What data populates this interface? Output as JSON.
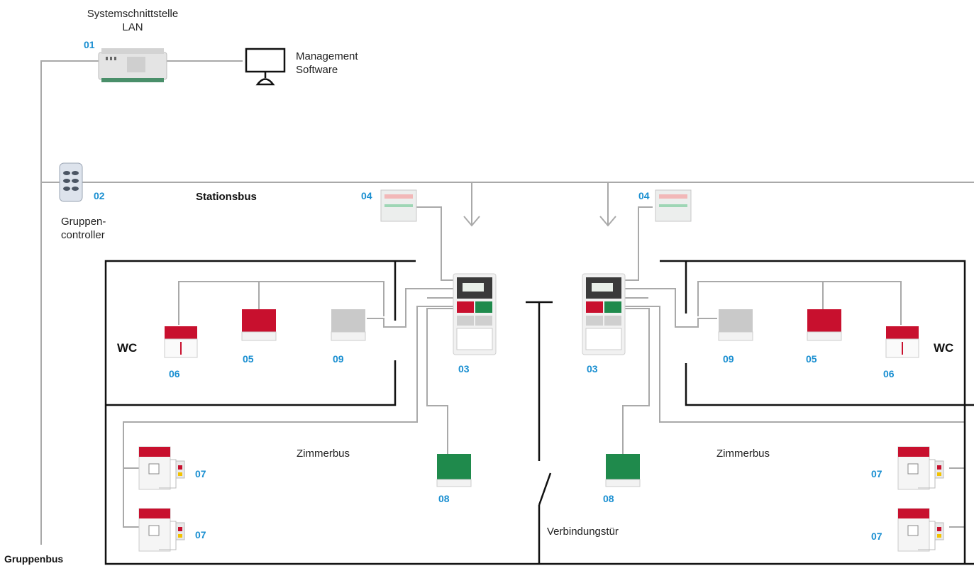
{
  "colors": {
    "bus_line": "#a9a9a9",
    "wall": "#111111",
    "number": "#1a8fd1",
    "call_red": "#c8102e",
    "green": "#1f8a4c",
    "device_gray": "#c9c9c9"
  },
  "labels": {
    "systemschnittstelle_line1": "Systemschnittstelle",
    "systemschnittstelle_line2": "LAN",
    "management_line1": "Management",
    "management_line2": "Software",
    "gruppen_line1": "Gruppen-",
    "gruppen_line2": "controller",
    "stationsbus": "Stationsbus",
    "zimmerbus_left": "Zimmerbus",
    "zimmerbus_right": "Zimmerbus",
    "verbindungstuer": "Verbindungstür",
    "gruppenbus": "Gruppenbus",
    "wc_left": "WC",
    "wc_right": "WC"
  },
  "numbers": {
    "n01": "01",
    "n02": "02",
    "n03_left": "03",
    "n03_right": "03",
    "n04_left": "04",
    "n04_right": "04",
    "n05_left": "05",
    "n05_right": "05",
    "n06_left": "06",
    "n06_right": "06",
    "n07_lt": "07",
    "n07_lb": "07",
    "n07_rt": "07",
    "n07_rb": "07",
    "n08_left": "08",
    "n08_right": "08",
    "n09_left": "09",
    "n09_right": "09"
  },
  "icons": {
    "system_interface": "din-rail-module-icon",
    "management": "monitor-icon",
    "group_controller": "keypad-remote-icon",
    "corridor_light": "corridor-light-icon",
    "room_terminal": "room-terminal-icon",
    "call_button": "red-call-button-icon",
    "pull_cord": "pull-cord-icon",
    "cancel_button": "green-cancel-button-icon",
    "gray_button": "gray-call-button-icon",
    "bed_call": "bed-call-unit-icon"
  }
}
